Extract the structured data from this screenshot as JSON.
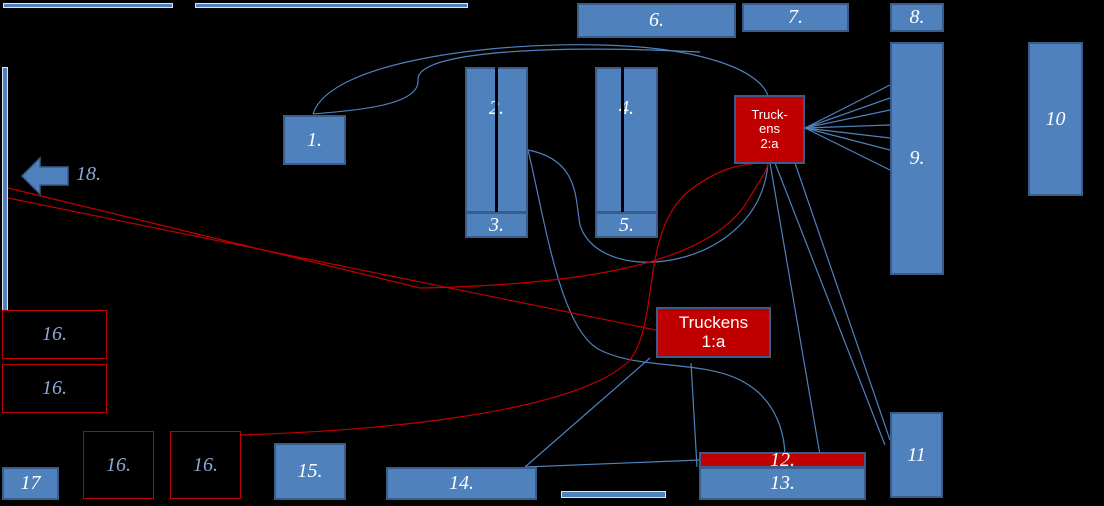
{
  "labels": {
    "b1": "1.",
    "b2": "2.",
    "b3": "3.",
    "b4": "4.",
    "b5": "5.",
    "b6": "6.",
    "b7": "7.",
    "b8": "8.",
    "b9": "9.",
    "b10": "10",
    "b11": "11",
    "b12": "12.",
    "b13": "13.",
    "b14": "14.",
    "b15": "15.",
    "b16a": "16.",
    "b16b": "16.",
    "b16c": "16.",
    "b16d": "16.",
    "b17": "17",
    "b18": "18.",
    "truck1_line1": "Truckens",
    "truck1_line2": "1:a",
    "truck2_line1": "Truck-",
    "truck2_line2": "ens",
    "truck2_line3": "2:a"
  },
  "colors": {
    "box_fill": "#4f81bd",
    "box_border": "#385d8a",
    "truck_fill": "#c00000",
    "red_line": "#c00000",
    "blue_line": "#4f81bd",
    "background": "#000000"
  }
}
